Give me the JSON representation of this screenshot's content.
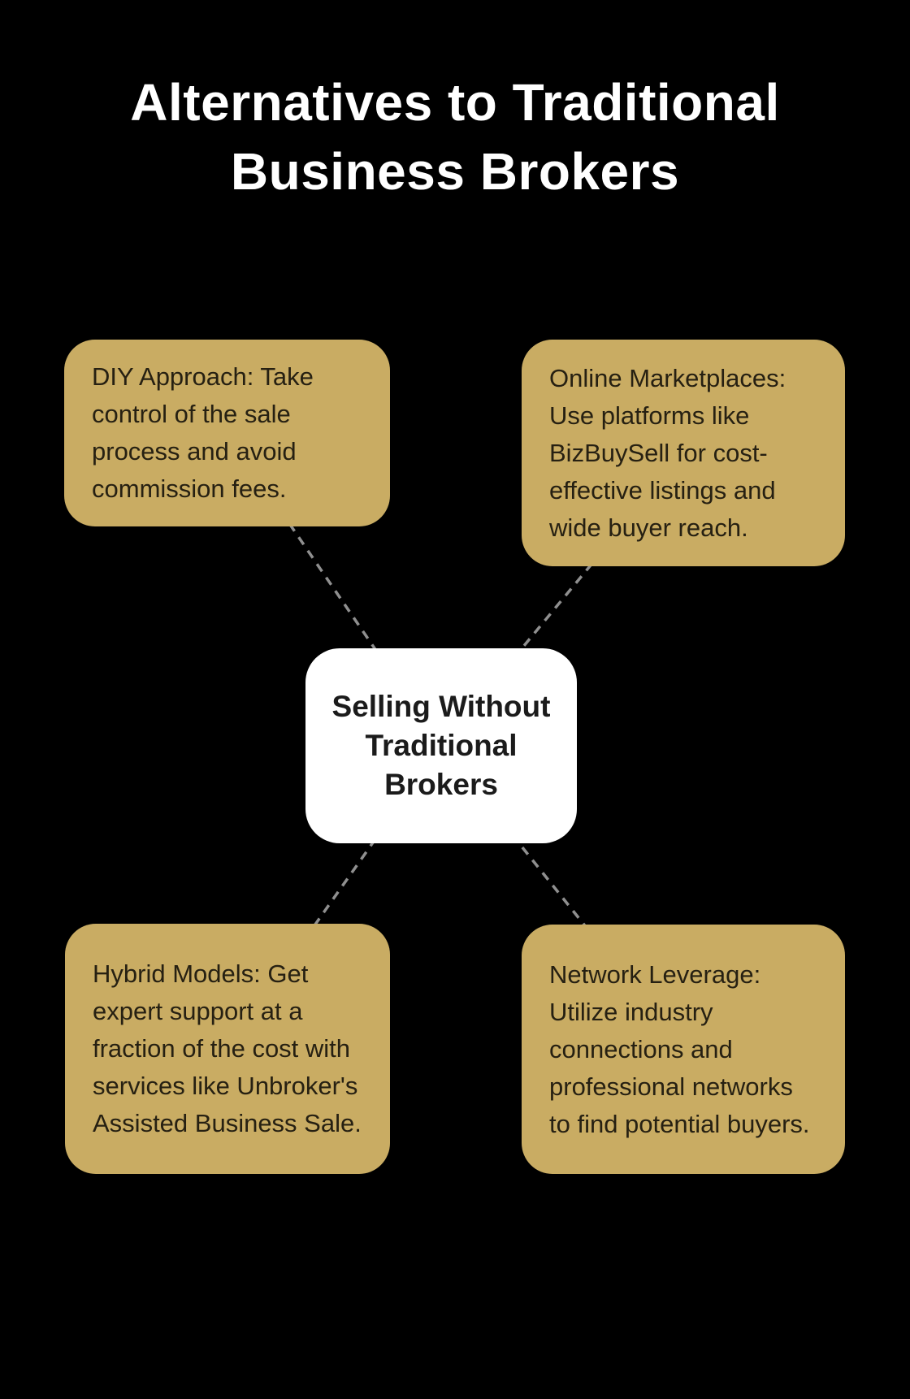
{
  "title": "Alternatives to Traditional Business Brokers",
  "center_node": {
    "label": "Selling Without Traditional Brokers"
  },
  "nodes": [
    {
      "id": "diy-approach",
      "position": "top-left",
      "text": "DIY Approach: Take control of the sale process and avoid commission fees."
    },
    {
      "id": "online-marketplaces",
      "position": "top-right",
      "text": "Online Marketplaces: Use platforms like BizBuySell for cost-effective listings and wide buyer reach."
    },
    {
      "id": "hybrid-models",
      "position": "bottom-left",
      "text": "Hybrid Models: Get expert support at a fraction of the cost with services like Unbroker's Assisted Business Sale."
    },
    {
      "id": "network-leverage",
      "position": "bottom-right",
      "text": "Network Leverage: Utilize industry connections and professional networks to find potential buyers."
    }
  ],
  "colors": {
    "background": "#000000",
    "node_fill": "#C9AC63",
    "node_text": "#262012",
    "center_fill": "#FFFFFF",
    "center_text": "#1B1B1B",
    "title_text": "#FFFFFF",
    "connector": "#8F8F8F"
  }
}
